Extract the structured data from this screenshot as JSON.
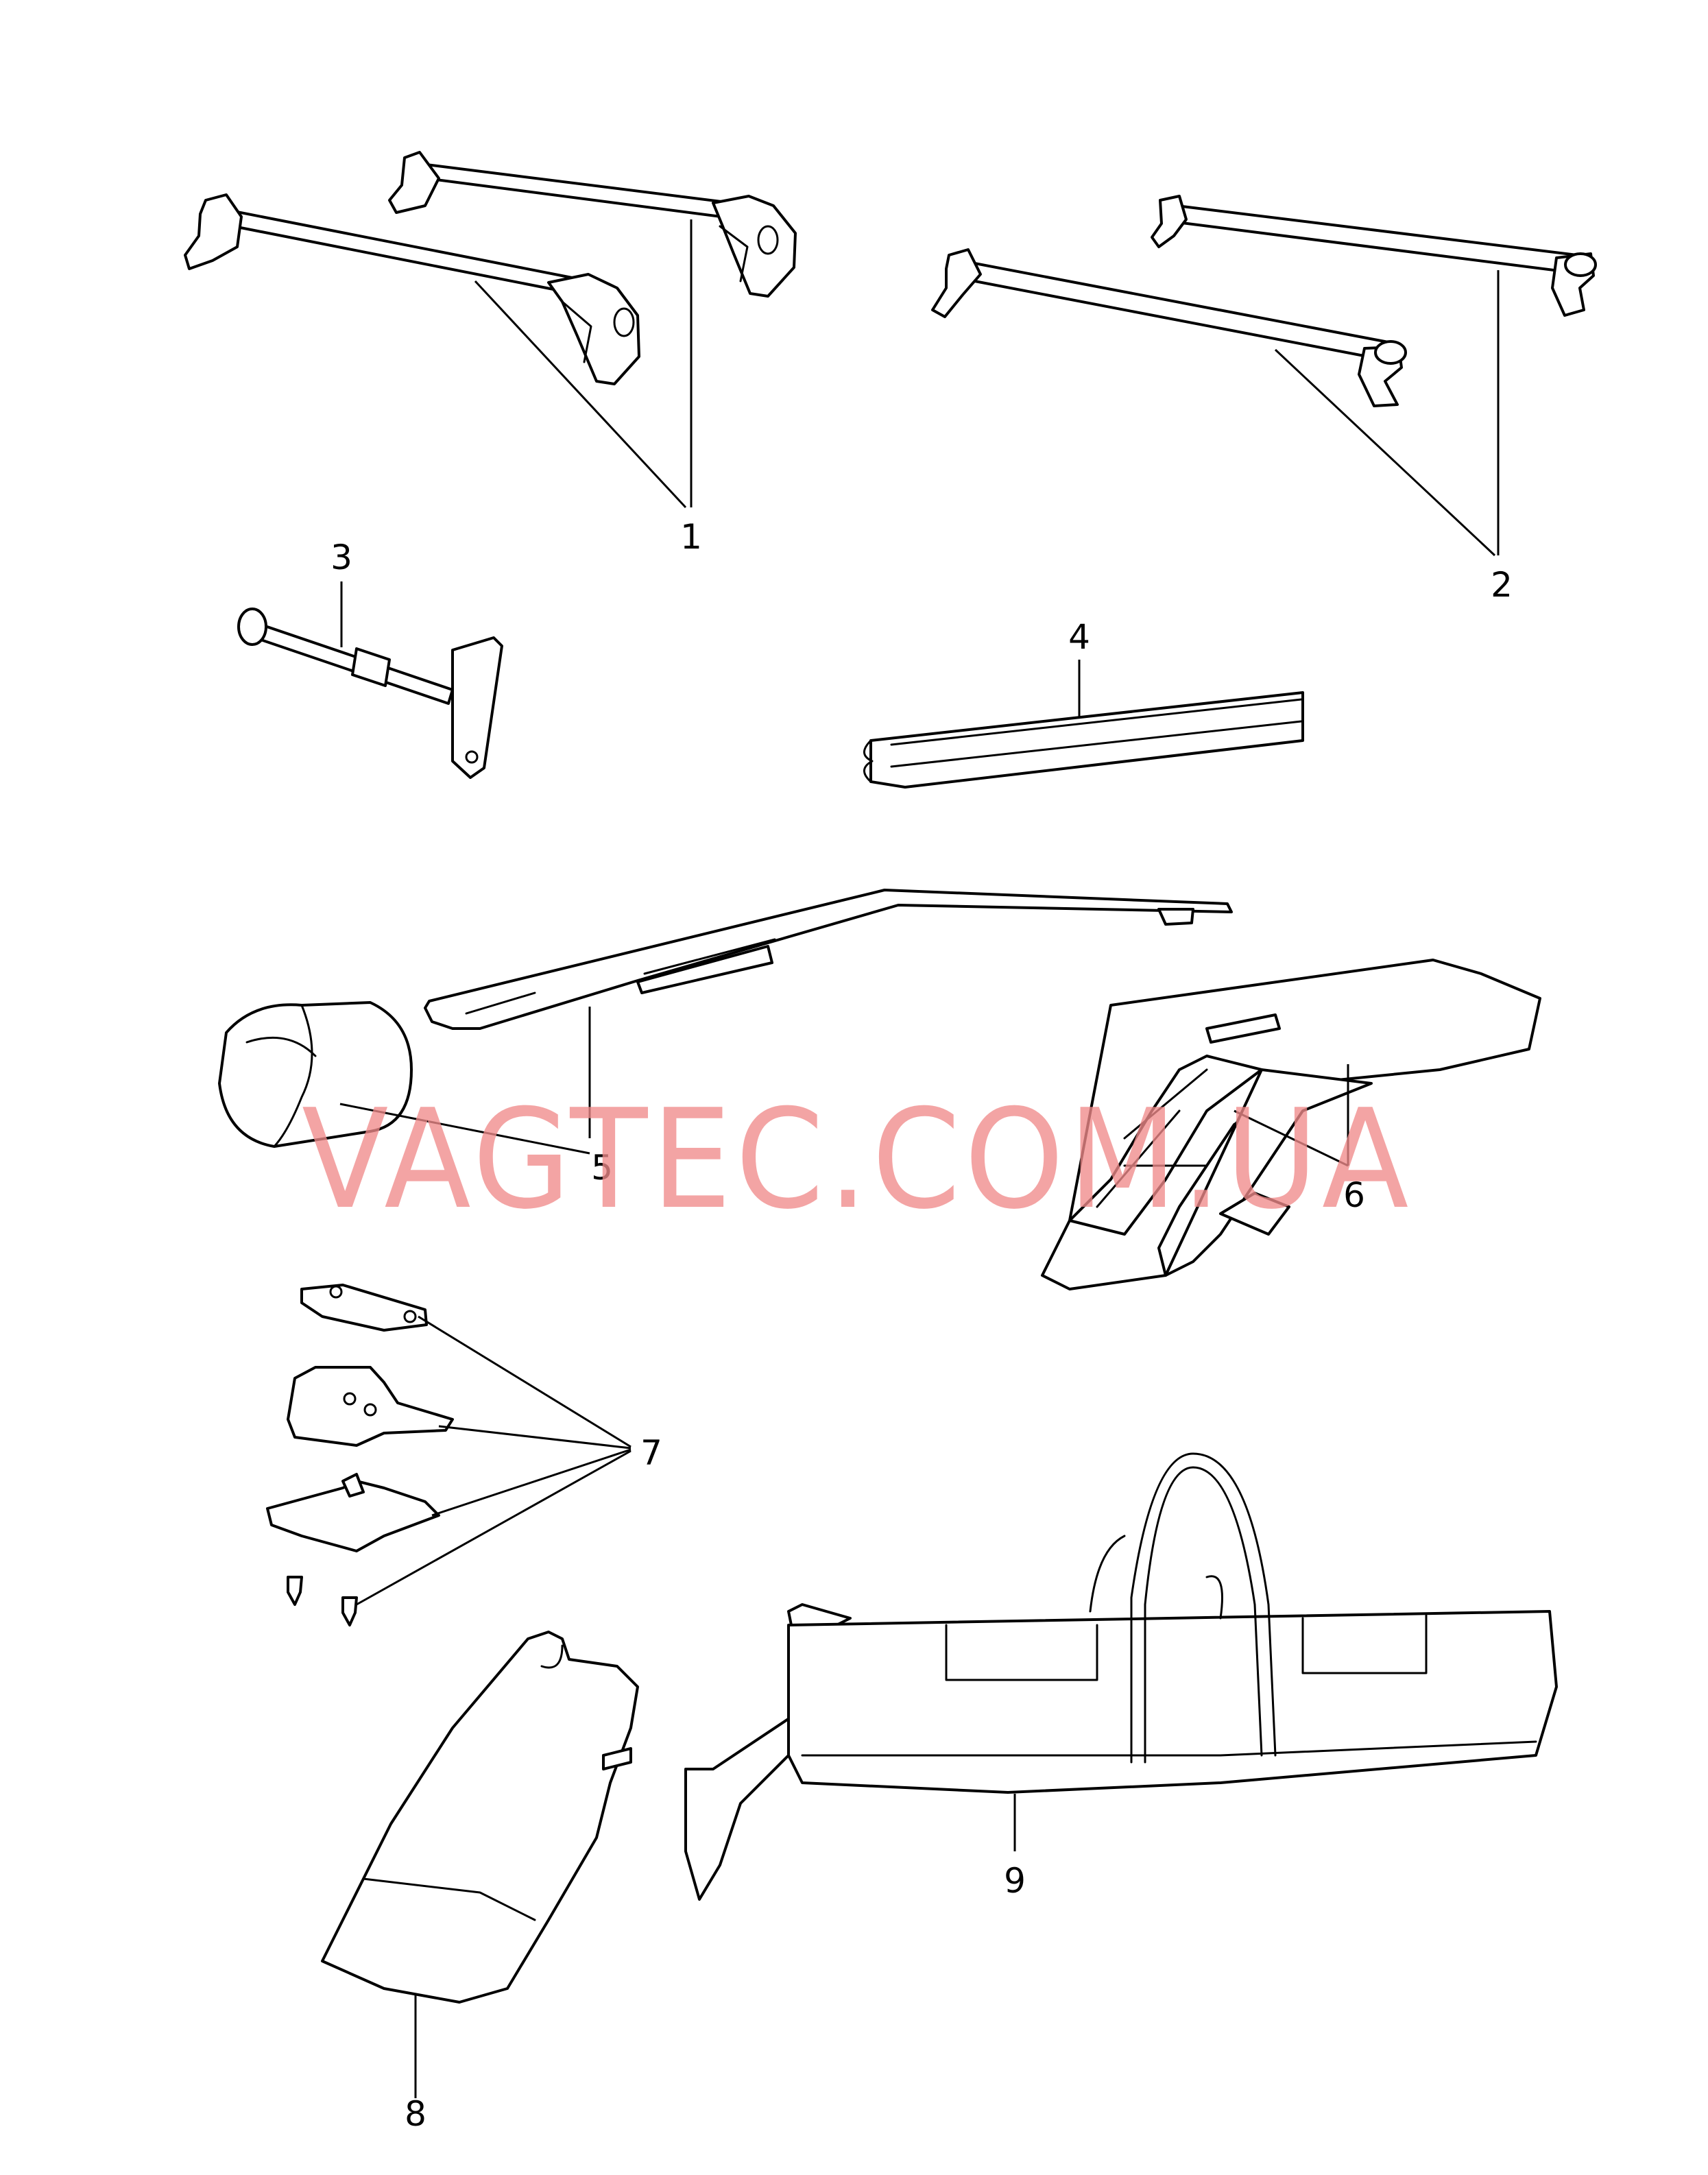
{
  "watermark": "VAGTEC.COM.UA",
  "colors": {
    "lines": "#000000",
    "background": "#ffffff",
    "watermark": "#f08a8a"
  },
  "callouts": [
    {
      "id": "1",
      "label": "1"
    },
    {
      "id": "2",
      "label": "2"
    },
    {
      "id": "3",
      "label": "3"
    },
    {
      "id": "4",
      "label": "4"
    },
    {
      "id": "5",
      "label": "5"
    },
    {
      "id": "6",
      "label": "6"
    },
    {
      "id": "7",
      "label": "7"
    },
    {
      "id": "8",
      "label": "8"
    },
    {
      "id": "9",
      "label": "9"
    }
  ]
}
